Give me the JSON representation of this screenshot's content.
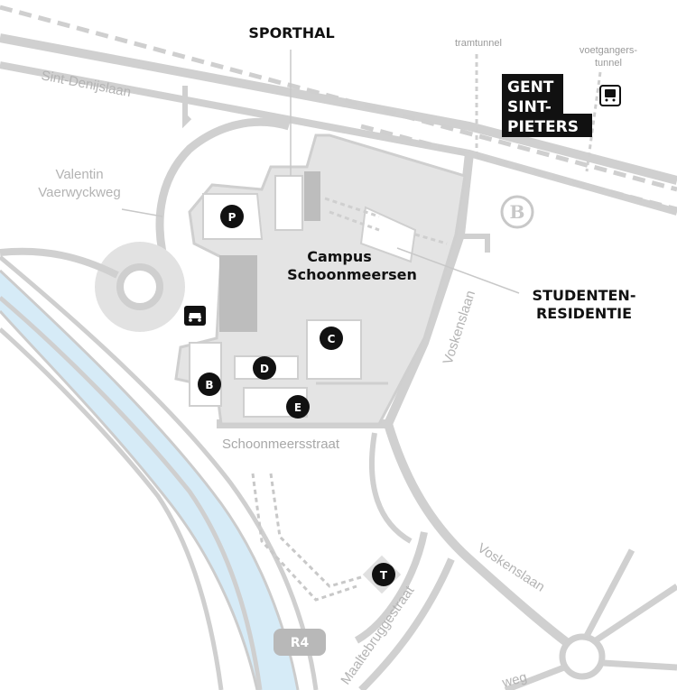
{
  "labels": {
    "sporthal": "SPORTHAL",
    "tramtunnel": "tramtunnel",
    "voetgangers_1": "voetgangers-",
    "voetgangers_2": "tunnel",
    "sint_denijslaan": "Sint-Denijslaan",
    "valentin_1": "Valentin",
    "valentin_2": "Vaerwyckweg",
    "campus_1": "Campus",
    "campus_2": "Schoonmeersen",
    "studenten_1": "STUDENTEN-",
    "studenten_2": "RESIDENTIE",
    "voskenslaan_north": "Voskenslaan",
    "schoonmeersstraat": "Schoonmeersstraat",
    "voskenslaan_south": "Voskenslaan",
    "maaltebruggestraat": "Maaltebruggestraat",
    "weg_fragment": "weg",
    "r4": "R4"
  },
  "station": {
    "line1": "GENT",
    "line2": "SINT-",
    "line3": "PIETERS",
    "rail_logo": "B"
  },
  "markers": {
    "p": "P",
    "b": "B",
    "c": "C",
    "d": "D",
    "e": "E",
    "t": "T"
  },
  "icons": {
    "parking": "car-icon",
    "train": "train-icon"
  },
  "colors": {
    "water": "#d6ebf7",
    "road": "#cfcfcf",
    "campus_fill": "#e4e4e4",
    "building_dark": "#bdbdbd",
    "marker": "#111111"
  }
}
